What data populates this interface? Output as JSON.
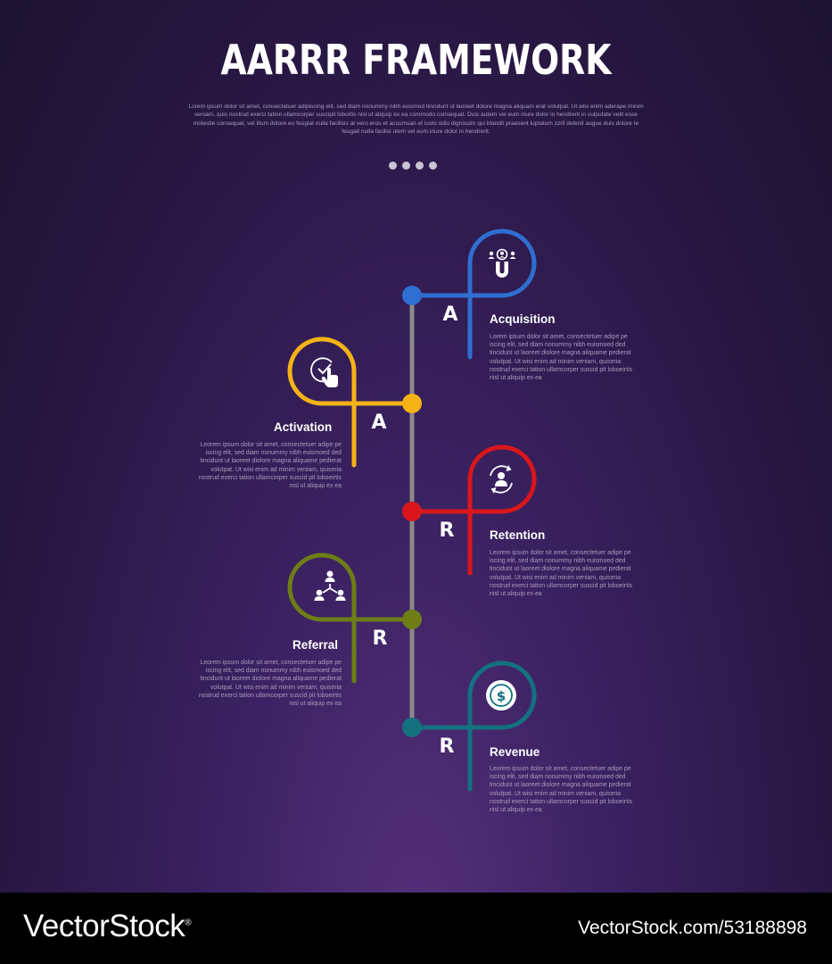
{
  "title": "AARRR FRAMEWORK",
  "intro_text": "Lorem ipsum dolor sit amet, consectetuer adipiscing elit, sed diam nonummy nibh euismod tincidunt ut laoreet dolore magna aliquam erat volutpat. Ut wisi enim aderape minim veniam, quis nostrud exerci tation ullamcorper suscipit lobortis nisl ut aliquip ex ea commodo consequat. Duis autem vel eum iriure dolor in hendrerit in vulputate velit esse molestie consequat, vel illum dolore eu feugiat nulla facilisis at vero eros et accumsan et iusto odio dignissim qui blandit praesent luptatum zzril delenit augue duis dolore te feugait nulla facilisi utem vel eum iriure dolor in hendrerit.",
  "stages": [
    {
      "letter": "A",
      "title": "Acquisition",
      "text": "Lorem ipsum dolor sit amet, consectetuer adipe pe iscing elit, sed diam nonummy nibh euismoed ded tincidunt ut laoreet diolore magna aliquame pedierat volutpat. Ut wisi enim ad minim veniam, quiseria nostrud exerci tation ullamcorper suscid pit loboeirtis nisl ut aliquip ex ea",
      "color": "#2f6fd1",
      "icon": "user-magnet-icon",
      "side": "right"
    },
    {
      "letter": "A",
      "title": "Activation",
      "text": "Leorem ipsum dolor sit amet, consectetuer adipe pe iscing elit, sed diam nonummy nibh euismoed ded tincidunt ut laoreet diolore magna aliquame pedierat volutpat. Ut wisi enim ad minim veniam, quiseria nostrud exerci tation ullamcorper suscid pit loboeirtis nisl ut aliquip ex ea",
      "color": "#f5b316",
      "icon": "check-pointer-icon",
      "side": "left"
    },
    {
      "letter": "R",
      "title": "Retention",
      "text": "Leorem ipsum dolor sit amet, consectetuer adipe pe iscing elit, sed diam nonummy nibh euismoed ded tincidunt ut laoreet diolore magna aliquame pedierat volutpat. Ut wisi enim ad minim veniam, quiseria nostrud exerci tation ullamcorper suscid pit loboeirtis nisl ut aliquip ex ea",
      "color": "#d9161c",
      "icon": "user-refresh-icon",
      "side": "right"
    },
    {
      "letter": "R",
      "title": "Referral",
      "text": "Leorem ipsum dolor sit amet, consectetuer adipe pe iscing elit, sed diam nonummy nibh euismoed ded tincidunt ut laoreet diolore magna aliquame pedierat volutpat. Ut wisi enim ad minim veniam, quiseria nostrud exerci tation ullamcorper suscid pit loboeirtis nisl ut aliquip ex ea",
      "color": "#6e7d16",
      "icon": "referral-network-icon",
      "side": "left"
    },
    {
      "letter": "R",
      "title": "Revenue",
      "text": "Leorem ipsum dolor sit amet, consectetuer adipe pe iscing elit, sed diam nonummy nibh euismoed ded tincidunt ut laoreet diolore magna aliquame pedierat volutpat. Ut wisi enim ad minim veniam, quiseria nostrud exerci tation ullamcorper suscid pit loboeirtis nisl ut aliquip ex ea",
      "color": "#147180",
      "icon": "dollar-coin-icon",
      "side": "right"
    }
  ],
  "timeline_color": "#8a8a8a",
  "dot_color": "#c9c3d6",
  "footer": {
    "brand": "VectorStock",
    "brand_mark": "®",
    "reference": "VectorStock.com/53188898"
  }
}
